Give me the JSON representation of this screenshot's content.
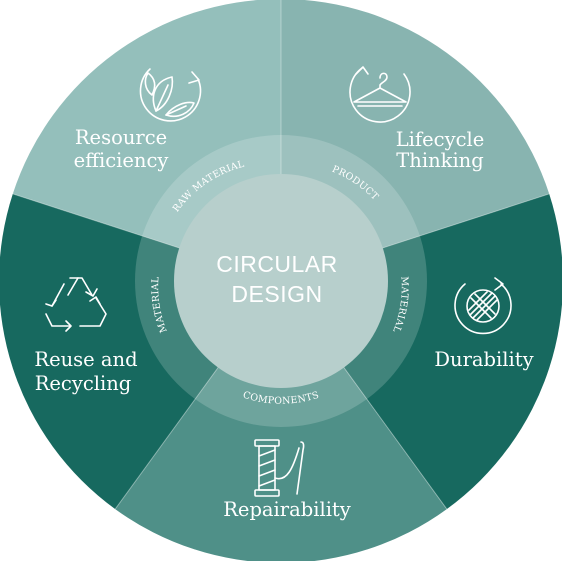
{
  "center": {
    "line1": "CIRCULAR",
    "line2": "DESIGN"
  },
  "segments": [
    {
      "id": "resource-efficiency",
      "line1": "Resource",
      "line2": "efficiency",
      "icon": "leaves-cycle-icon",
      "color": "#94bfbb"
    },
    {
      "id": "lifecycle-thinking",
      "line1": "Lifecycle",
      "line2": "Thinking",
      "icon": "hanger-icon",
      "color": "#88b4b0"
    },
    {
      "id": "durability",
      "line1": "Durability",
      "line2": "",
      "icon": "fabric-cycle-icon",
      "color": "#17695f"
    },
    {
      "id": "repairability",
      "line1": "Repairability",
      "line2": "",
      "icon": "thread-needle-icon",
      "color": "#4f9088"
    },
    {
      "id": "reuse-recycling",
      "line1": "Reuse and",
      "line2": "Recycling",
      "icon": "recycle-icon",
      "color": "#17695f"
    }
  ],
  "ring": {
    "raw_material": "RAW MATERIAL",
    "product": "PRODUCT",
    "material_right": "MATERIAL",
    "components": "COMPONENTS",
    "material_left": "MATERIAL"
  },
  "colors": {
    "background": "#ffffff",
    "center_fill": "#b7cfcc",
    "text": "#ffffff"
  }
}
